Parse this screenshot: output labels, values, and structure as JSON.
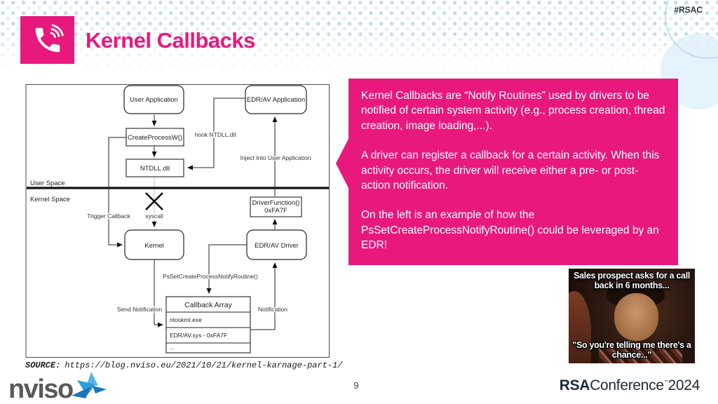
{
  "colors": {
    "accent_pink": "#e9187d",
    "dot_blue": "#cfe4f3",
    "dark_navy": "#1d2936",
    "nviso_gray": "#58595b",
    "nviso_blue": "#2e9fd9"
  },
  "header": {
    "hashtag": "#RSAC",
    "title": "Kernel Callbacks",
    "icon": "phone-call-icon"
  },
  "diagram": {
    "regions": {
      "user_space": "User Space",
      "kernel_space": "Kernel Space"
    },
    "nodes": {
      "user_application": "User Application",
      "edr_av_application": "EDR/AV Application",
      "create_process": "CreateProcessW()",
      "ntdll": "NTDLL.dll",
      "driver_function_line1": "DriverFunction()",
      "driver_function_line2": "0xFA7F",
      "kernel": "Kernel",
      "edr_av_driver": "EDR/AV Driver"
    },
    "callback_array": {
      "header": "Callback Array",
      "rows": [
        "ntoskrnl.exe",
        "EDR/AV.sys - 0xFA7F",
        "..."
      ]
    },
    "edge_labels": {
      "hook": "hook NTDLL.dll",
      "inject": "Inject Into User Application",
      "trigger_callback": "Trigger Callback",
      "syscall": "syscall",
      "psset": "PsSetCreateProcessNotifyRoutine()",
      "send_notification": "Send Notification",
      "notification": "Notification"
    }
  },
  "callout": {
    "paragraphs": [
      "Kernel Callbacks are “Notify Routines” used by drivers to be notified of certain system activity (e.g., process creation, thread creation, image loading,...).",
      "A driver can register a callback for a certain activity. When this activity occurs, the driver will receive either a pre- or post-action notification.",
      "On the left is an example of how the PsSetCreateProcessNotifyRoutine() could be leveraged by an EDR!"
    ]
  },
  "meme": {
    "top_text": "Sales prospect asks for a call back in 6 months...",
    "bottom_text": "\"So you're telling me there's a chance...\""
  },
  "source": {
    "label": "SOURCE:",
    "url": "https://blog.nviso.eu/2021/10/21/kernel-karnage-part-1/"
  },
  "footer": {
    "page_number": "9",
    "brand_wordmark": "nviso",
    "conference_bold": "RSA",
    "conference_rest": "Conference",
    "trademark": "™",
    "conference_year": "2024"
  }
}
